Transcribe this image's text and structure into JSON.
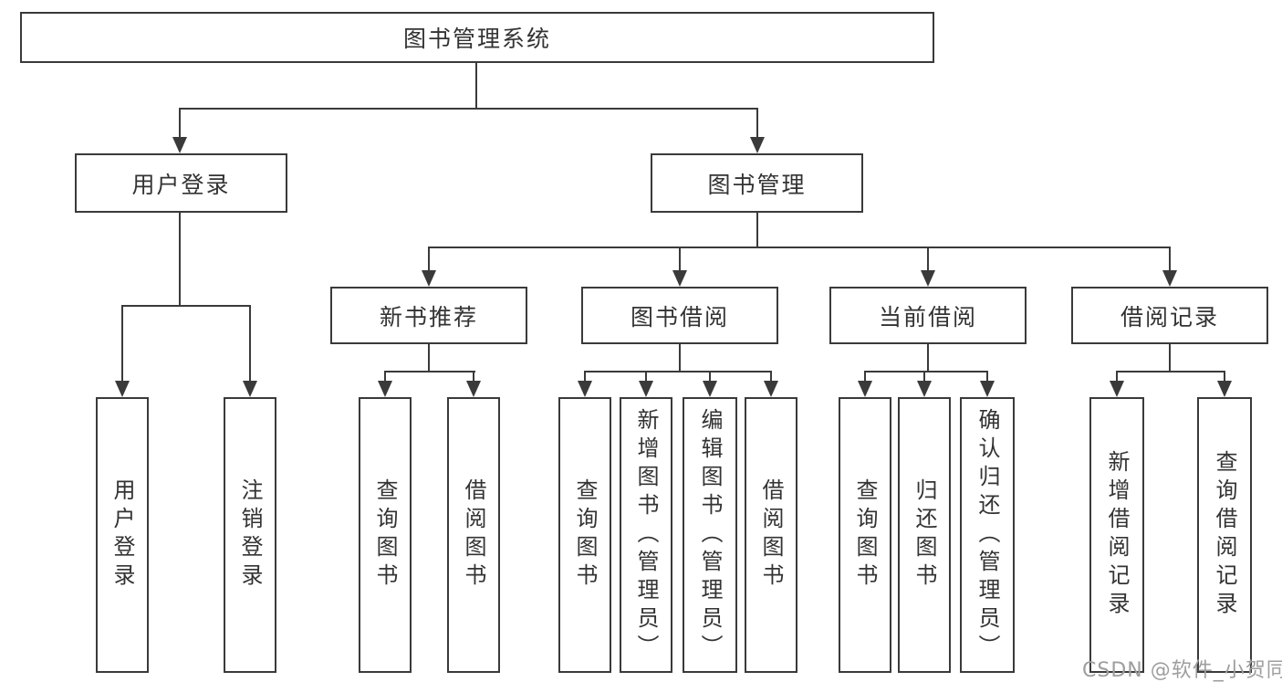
{
  "diagram": {
    "root": "图书管理系统",
    "level1": [
      "用户登录",
      "图书管理"
    ],
    "level2": [
      "新书推荐",
      "图书借阅",
      "当前借阅",
      "借阅记录"
    ],
    "leaves_user_login": [
      "用户登录",
      "注销登录"
    ],
    "leaves_new_books": [
      "查询图书",
      "借阅图书"
    ],
    "leaves_book_borrow": [
      "查询图书",
      "新增图书（管理员）",
      "编辑图书（管理员）",
      "借阅图书"
    ],
    "leaves_current_borrow": [
      "查询图书",
      "归还图书",
      "确认归还（管理员）"
    ],
    "leaves_borrow_records": [
      "新增借阅记录",
      "查询借阅记录"
    ]
  },
  "watermark": "CSDN @软件_小贺同学",
  "colors": {
    "line": "#3a3a3a",
    "text": "#333333",
    "watermark": "#9e9e9e",
    "background": "#ffffff"
  }
}
